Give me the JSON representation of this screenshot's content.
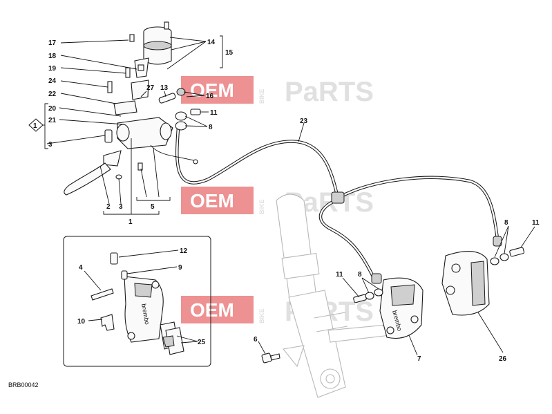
{
  "drawing_ref": "BRB00042",
  "watermark": {
    "oem": "OEM",
    "bike": "BIKE",
    "parts": "PaRTS"
  },
  "callouts": {
    "c17": "17",
    "c18": "18",
    "c19": "19",
    "c24": "24",
    "c22": "22",
    "c20": "20",
    "c21": "21",
    "c3a": "3",
    "c1box": "1",
    "c27": "27",
    "c13": "13",
    "c16": "16",
    "c14": "14",
    "c15": "15",
    "c11a": "11",
    "c8a": "8",
    "c2": "2",
    "c3b": "3",
    "c5": "5",
    "c1": "1",
    "c23": "23",
    "c12": "12",
    "c9": "9",
    "c4": "4",
    "c10": "10",
    "c25": "25",
    "c11b": "11",
    "c8b": "8",
    "c7": "7",
    "c6": "6",
    "c8c": "8",
    "c11c": "11",
    "c26": "26"
  },
  "caliper_brand": "brembo",
  "colors": {
    "watermark_red": "#e0393a",
    "watermark_grey": "#c8c8c8",
    "line": "#1a1a1a"
  }
}
